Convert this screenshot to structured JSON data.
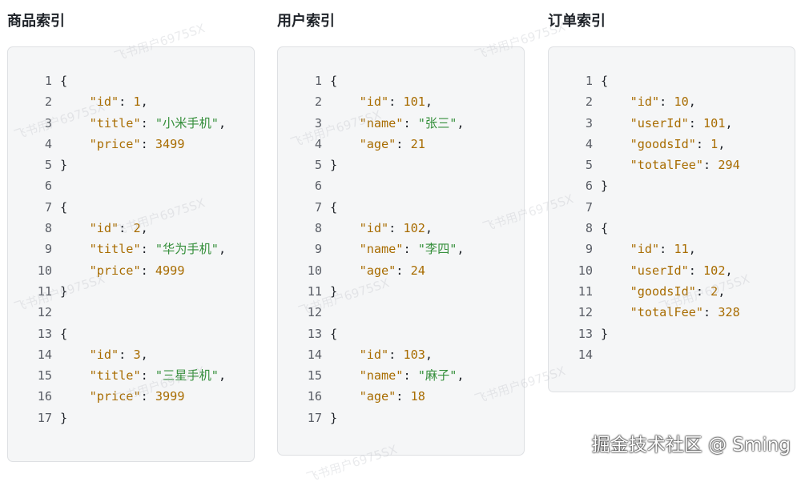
{
  "columns": [
    {
      "title": "商品索引",
      "lines": [
        [
          {
            "t": "{",
            "c": "punc"
          }
        ],
        [
          {
            "t": "    ",
            "c": "punc"
          },
          {
            "t": "\"id\"",
            "c": "key"
          },
          {
            "t": ": ",
            "c": "punc"
          },
          {
            "t": "1",
            "c": "num"
          },
          {
            "t": ",",
            "c": "punc"
          }
        ],
        [
          {
            "t": "    ",
            "c": "punc"
          },
          {
            "t": "\"title\"",
            "c": "key"
          },
          {
            "t": ": ",
            "c": "punc"
          },
          {
            "t": "\"小米手机\"",
            "c": "str"
          },
          {
            "t": ",",
            "c": "punc"
          }
        ],
        [
          {
            "t": "    ",
            "c": "punc"
          },
          {
            "t": "\"price\"",
            "c": "key"
          },
          {
            "t": ": ",
            "c": "punc"
          },
          {
            "t": "3499",
            "c": "num"
          }
        ],
        [
          {
            "t": "}",
            "c": "punc"
          }
        ],
        [],
        [
          {
            "t": "{",
            "c": "punc"
          }
        ],
        [
          {
            "t": "    ",
            "c": "punc"
          },
          {
            "t": "\"id\"",
            "c": "key"
          },
          {
            "t": ": ",
            "c": "punc"
          },
          {
            "t": "2",
            "c": "num"
          },
          {
            "t": ",",
            "c": "punc"
          }
        ],
        [
          {
            "t": "    ",
            "c": "punc"
          },
          {
            "t": "\"title\"",
            "c": "key"
          },
          {
            "t": ": ",
            "c": "punc"
          },
          {
            "t": "\"华为手机\"",
            "c": "str"
          },
          {
            "t": ",",
            "c": "punc"
          }
        ],
        [
          {
            "t": "    ",
            "c": "punc"
          },
          {
            "t": "\"price\"",
            "c": "key"
          },
          {
            "t": ": ",
            "c": "punc"
          },
          {
            "t": "4999",
            "c": "num"
          }
        ],
        [
          {
            "t": "}",
            "c": "punc"
          }
        ],
        [],
        [
          {
            "t": "{",
            "c": "punc"
          }
        ],
        [
          {
            "t": "    ",
            "c": "punc"
          },
          {
            "t": "\"id\"",
            "c": "key"
          },
          {
            "t": ": ",
            "c": "punc"
          },
          {
            "t": "3",
            "c": "num"
          },
          {
            "t": ",",
            "c": "punc"
          }
        ],
        [
          {
            "t": "    ",
            "c": "punc"
          },
          {
            "t": "\"title\"",
            "c": "key"
          },
          {
            "t": ": ",
            "c": "punc"
          },
          {
            "t": "\"三星手机\"",
            "c": "str"
          },
          {
            "t": ",",
            "c": "punc"
          }
        ],
        [
          {
            "t": "    ",
            "c": "punc"
          },
          {
            "t": "\"price\"",
            "c": "key"
          },
          {
            "t": ": ",
            "c": "punc"
          },
          {
            "t": "3999",
            "c": "num"
          }
        ],
        [
          {
            "t": "}",
            "c": "punc"
          }
        ]
      ]
    },
    {
      "title": "用户索引",
      "lines": [
        [
          {
            "t": "{",
            "c": "punc"
          }
        ],
        [
          {
            "t": "    ",
            "c": "punc"
          },
          {
            "t": "\"id\"",
            "c": "key"
          },
          {
            "t": ": ",
            "c": "punc"
          },
          {
            "t": "101",
            "c": "num"
          },
          {
            "t": ",",
            "c": "punc"
          }
        ],
        [
          {
            "t": "    ",
            "c": "punc"
          },
          {
            "t": "\"name\"",
            "c": "key"
          },
          {
            "t": ": ",
            "c": "punc"
          },
          {
            "t": "\"张三\"",
            "c": "str"
          },
          {
            "t": ",",
            "c": "punc"
          }
        ],
        [
          {
            "t": "    ",
            "c": "punc"
          },
          {
            "t": "\"age\"",
            "c": "key"
          },
          {
            "t": ": ",
            "c": "punc"
          },
          {
            "t": "21",
            "c": "num"
          }
        ],
        [
          {
            "t": "}",
            "c": "punc"
          }
        ],
        [],
        [
          {
            "t": "{",
            "c": "punc"
          }
        ],
        [
          {
            "t": "    ",
            "c": "punc"
          },
          {
            "t": "\"id\"",
            "c": "key"
          },
          {
            "t": ": ",
            "c": "punc"
          },
          {
            "t": "102",
            "c": "num"
          },
          {
            "t": ",",
            "c": "punc"
          }
        ],
        [
          {
            "t": "    ",
            "c": "punc"
          },
          {
            "t": "\"name\"",
            "c": "key"
          },
          {
            "t": ": ",
            "c": "punc"
          },
          {
            "t": "\"李四\"",
            "c": "str"
          },
          {
            "t": ",",
            "c": "punc"
          }
        ],
        [
          {
            "t": "    ",
            "c": "punc"
          },
          {
            "t": "\"age\"",
            "c": "key"
          },
          {
            "t": ": ",
            "c": "punc"
          },
          {
            "t": "24",
            "c": "num"
          }
        ],
        [
          {
            "t": "}",
            "c": "punc"
          }
        ],
        [],
        [
          {
            "t": "{",
            "c": "punc"
          }
        ],
        [
          {
            "t": "    ",
            "c": "punc"
          },
          {
            "t": "\"id\"",
            "c": "key"
          },
          {
            "t": ": ",
            "c": "punc"
          },
          {
            "t": "103",
            "c": "num"
          },
          {
            "t": ",",
            "c": "punc"
          }
        ],
        [
          {
            "t": "    ",
            "c": "punc"
          },
          {
            "t": "\"name\"",
            "c": "key"
          },
          {
            "t": ": ",
            "c": "punc"
          },
          {
            "t": "\"麻子\"",
            "c": "str"
          },
          {
            "t": ",",
            "c": "punc"
          }
        ],
        [
          {
            "t": "    ",
            "c": "punc"
          },
          {
            "t": "\"age\"",
            "c": "key"
          },
          {
            "t": ": ",
            "c": "punc"
          },
          {
            "t": "18",
            "c": "num"
          }
        ],
        [
          {
            "t": "}",
            "c": "punc"
          }
        ]
      ]
    },
    {
      "title": "订单索引",
      "lines": [
        [
          {
            "t": "{",
            "c": "punc"
          }
        ],
        [
          {
            "t": "    ",
            "c": "punc"
          },
          {
            "t": "\"id\"",
            "c": "key"
          },
          {
            "t": ": ",
            "c": "punc"
          },
          {
            "t": "10",
            "c": "num"
          },
          {
            "t": ",",
            "c": "punc"
          }
        ],
        [
          {
            "t": "    ",
            "c": "punc"
          },
          {
            "t": "\"userId\"",
            "c": "key"
          },
          {
            "t": ": ",
            "c": "punc"
          },
          {
            "t": "101",
            "c": "num"
          },
          {
            "t": ",",
            "c": "punc"
          }
        ],
        [
          {
            "t": "    ",
            "c": "punc"
          },
          {
            "t": "\"goodsId\"",
            "c": "key"
          },
          {
            "t": ": ",
            "c": "punc"
          },
          {
            "t": "1",
            "c": "num"
          },
          {
            "t": ",",
            "c": "punc"
          }
        ],
        [
          {
            "t": "    ",
            "c": "punc"
          },
          {
            "t": "\"totalFee\"",
            "c": "key"
          },
          {
            "t": ": ",
            "c": "punc"
          },
          {
            "t": "294",
            "c": "num"
          }
        ],
        [
          {
            "t": "}",
            "c": "punc"
          }
        ],
        [],
        [
          {
            "t": "{",
            "c": "punc"
          }
        ],
        [
          {
            "t": "    ",
            "c": "punc"
          },
          {
            "t": "\"id\"",
            "c": "key"
          },
          {
            "t": ": ",
            "c": "punc"
          },
          {
            "t": "11",
            "c": "num"
          },
          {
            "t": ",",
            "c": "punc"
          }
        ],
        [
          {
            "t": "    ",
            "c": "punc"
          },
          {
            "t": "\"userId\"",
            "c": "key"
          },
          {
            "t": ": ",
            "c": "punc"
          },
          {
            "t": "102",
            "c": "num"
          },
          {
            "t": ",",
            "c": "punc"
          }
        ],
        [
          {
            "t": "    ",
            "c": "punc"
          },
          {
            "t": "\"goodsId\"",
            "c": "key"
          },
          {
            "t": ": ",
            "c": "punc"
          },
          {
            "t": "2",
            "c": "num"
          },
          {
            "t": ",",
            "c": "punc"
          }
        ],
        [
          {
            "t": "    ",
            "c": "punc"
          },
          {
            "t": "\"totalFee\"",
            "c": "key"
          },
          {
            "t": ": ",
            "c": "punc"
          },
          {
            "t": "328",
            "c": "num"
          }
        ],
        [
          {
            "t": "}",
            "c": "punc"
          }
        ],
        []
      ]
    }
  ],
  "watermark_text": "飞书用户6975SX",
  "footer": {
    "credit": "掘金技术社区 @ Sming"
  },
  "colors": {
    "key": "#a86c00",
    "string": "#358f3b",
    "number": "#a86c00",
    "line_number": "#5a5e66",
    "box_bg": "#f5f6f7"
  }
}
